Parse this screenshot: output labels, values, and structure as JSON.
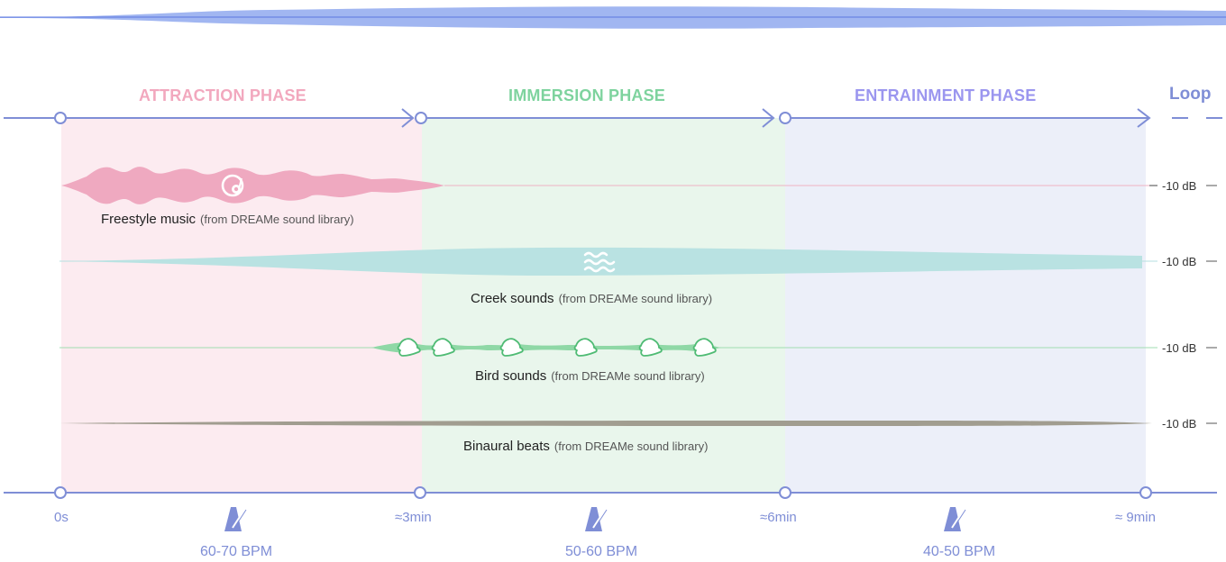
{
  "phases": [
    {
      "title": "ATTRACTION PHASE",
      "color": "#f2a8be",
      "bg": "#fcebf0",
      "bpm": "60-70 BPM"
    },
    {
      "title": "IMMERSION PHASE",
      "color": "#7ed39e",
      "bg": "#e9f6ec",
      "bpm": "50-60 BPM"
    },
    {
      "title": "ENTRAINMENT PHASE",
      "color": "#9b96ef",
      "bg": "#eceff9",
      "bpm": "40-50 BPM"
    }
  ],
  "loop_label": "Loop",
  "time_marks": [
    "0s",
    "≈3min",
    "≈6min",
    "≈ 9min"
  ],
  "tracks": [
    {
      "name": "Freestyle music",
      "source": "(from DREAMe sound library)",
      "db": "-10 dB",
      "color": "#efa9c0",
      "icon": "music-disc-icon"
    },
    {
      "name": "Creek sounds",
      "source": "(from DREAMe sound library)",
      "db": "-10 dB",
      "color": "#b9e2e2",
      "icon": "water-waves-icon"
    },
    {
      "name": "Bird sounds",
      "source": "(from DREAMe sound library)",
      "db": "-10 dB",
      "color": "#8fd8a6",
      "icon": "bird-icon"
    },
    {
      "name": "Binaural beats",
      "source": "(from DREAMe sound library)",
      "db": "-10 dB",
      "color": "#a19d90",
      "icon": ""
    }
  ],
  "colors": {
    "axis": "#7f8ed6",
    "top_wave": "#90a9ee"
  }
}
